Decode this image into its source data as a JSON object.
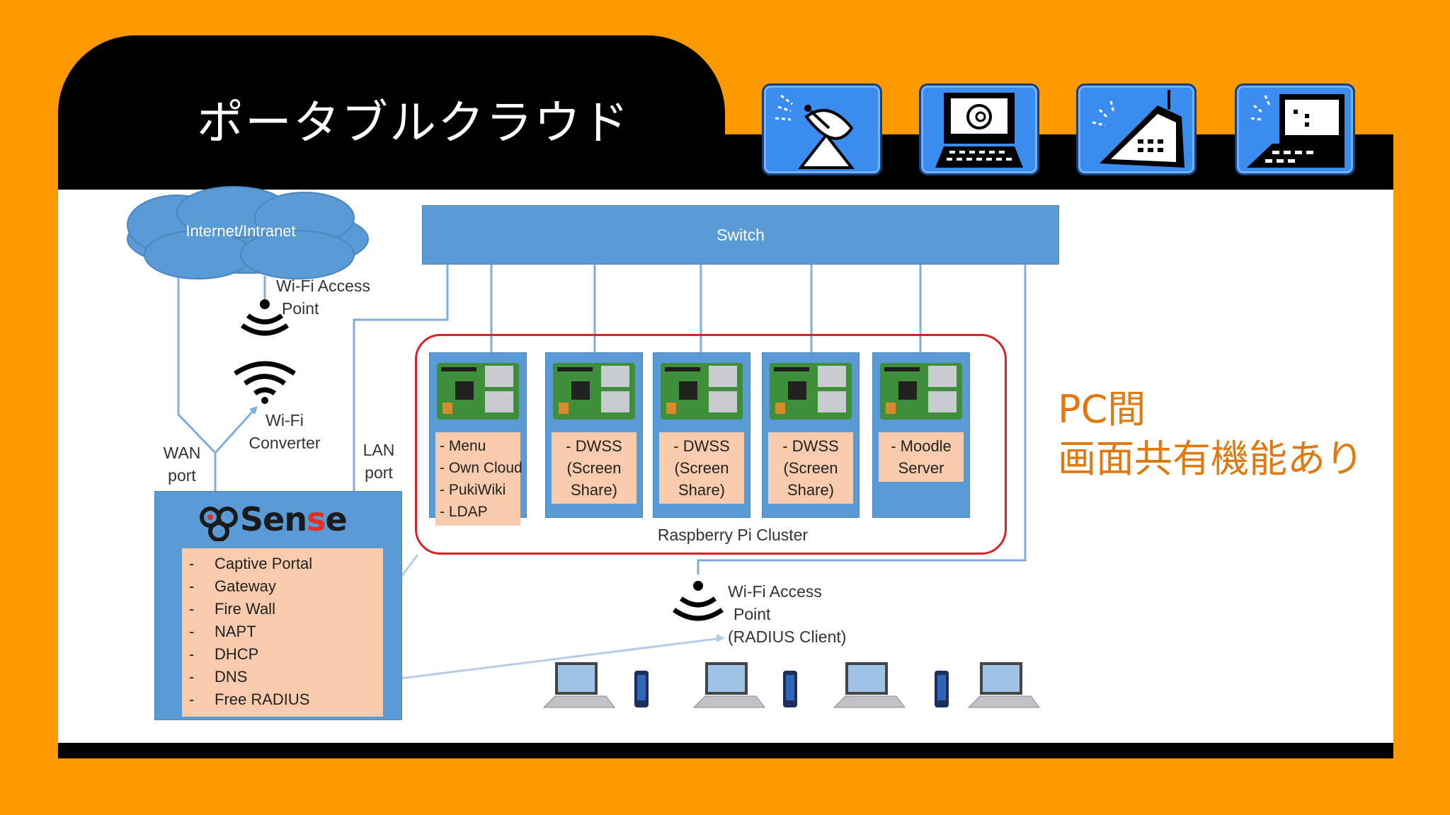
{
  "slide": {
    "title": "ポータブルクラウド",
    "side_note": [
      "PC間",
      "画面共有機能あり"
    ],
    "header_icons": [
      "satellite-dish-icon",
      "computer-terminal-icon",
      "mobile-phone-icon",
      "laptop-signal-icon"
    ],
    "colors": {
      "background": "#FF9900",
      "header": "#000000",
      "node_fill": "#5B9BD5",
      "label_fill": "#F8CBAD",
      "cluster_border": "#D9222A",
      "note": "#E07A10"
    }
  },
  "diagram": {
    "cloud": "Internet/Intranet",
    "switch": "Switch",
    "ap_top": [
      "Wi-Fi Access",
      "Point"
    ],
    "wifi_converter": [
      "Wi-Fi",
      "Converter"
    ],
    "wan_port": [
      "WAN",
      "port"
    ],
    "lan_port": [
      "LAN",
      "port"
    ],
    "pfsense": {
      "logo_a": "Sen",
      "logo_b": "s",
      "logo_c": "e",
      "functions": [
        "Captive Portal",
        "Gateway",
        "Fire Wall",
        "NAPT",
        "DHCP",
        "DNS",
        "Free RADIUS"
      ],
      "dash": "-"
    },
    "cluster_label": "Raspberry Pi Cluster",
    "pi_nodes": [
      {
        "lines": [
          "- Menu",
          "- Own Cloud",
          "- PukiWiki",
          "- LDAP"
        ]
      },
      {
        "lines": [
          "- DWSS",
          "(Screen",
          "Share)"
        ]
      },
      {
        "lines": [
          "- DWSS",
          "(Screen",
          "Share)"
        ]
      },
      {
        "lines": [
          "- DWSS",
          "(Screen",
          "Share)"
        ]
      },
      {
        "lines": [
          "- Moodle",
          "Server"
        ]
      }
    ],
    "ap_bottom": [
      "Wi-Fi Access",
      "Point",
      "(RADIUS Client)"
    ]
  }
}
